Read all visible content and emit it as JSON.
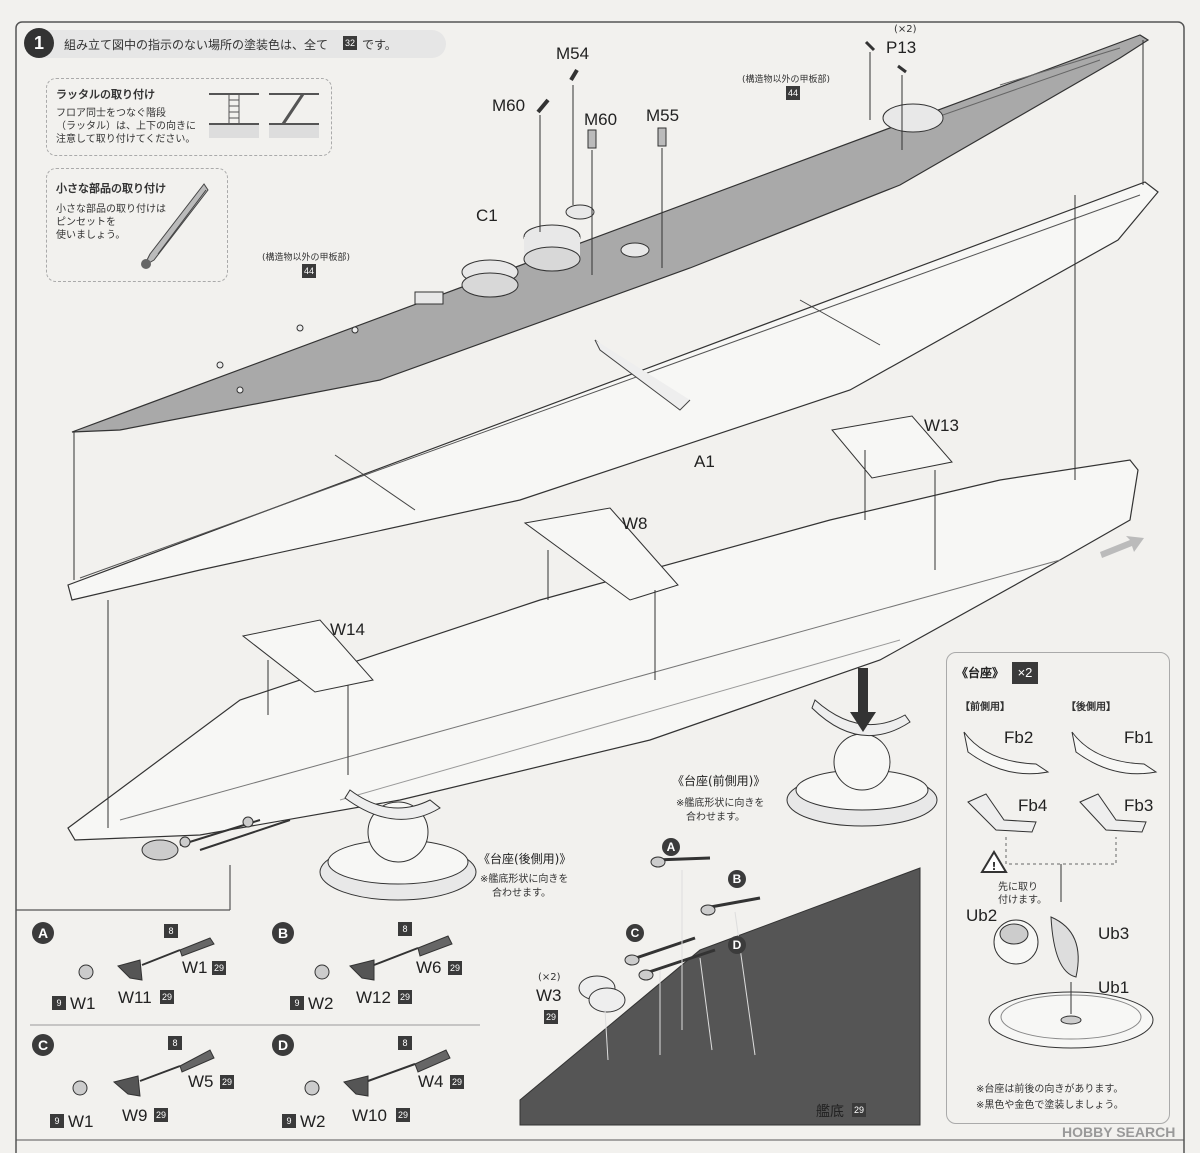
{
  "step": {
    "number": "1",
    "instruction_prefix": "組み立て図中の指示のない場所の塗装色は、全て",
    "instruction_color": "32",
    "instruction_suffix": "です。"
  },
  "tips": {
    "ladder": {
      "title": "ラッタルの取り付け",
      "line1": "フロア同士をつなぐ階段",
      "line2": "（ラッタル）は、上下の向きに",
      "line3": "注意して取り付けてください。"
    },
    "small_parts": {
      "title": "小さな部品の取り付け",
      "line1": "小さな部品の取り付けは",
      "line2": "ピンセットを",
      "line3": "使いましょう。"
    }
  },
  "deck_note": {
    "text": "(構造物以外の甲板部)",
    "color": "44"
  },
  "parts": {
    "M54": "M54",
    "M60a": "M60",
    "M60b": "M60",
    "M55": "M55",
    "P13": "P13",
    "P13_qty": "(×2)",
    "C1": "C1",
    "A1": "A1",
    "W13": "W13",
    "W8": "W8",
    "W14": "W14"
  },
  "stand_front_label": {
    "title": "《台座(前側用)》",
    "note1": "※艦底形状に向きを",
    "note2": "合わせます。"
  },
  "stand_rear_label": {
    "title": "《台座(後側用)》",
    "note1": "※艦底形状に向きを",
    "note2": "合わせます。"
  },
  "propeller_groups": [
    {
      "letter": "A",
      "num": "8",
      "paint_num": "9",
      "hub": "W1",
      "shaft": "W11",
      "shaft_color": "29",
      "tip": "W1",
      "tip_color": "29"
    },
    {
      "letter": "B",
      "num": "8",
      "paint_num": "9",
      "hub": "W2",
      "shaft": "W12",
      "shaft_color": "29",
      "tip": "W6",
      "tip_color": "29"
    },
    {
      "letter": "C",
      "num": "8",
      "paint_num": "9",
      "hub": "W1",
      "shaft": "W9",
      "shaft_color": "29",
      "tip": "W5",
      "tip_color": "29"
    },
    {
      "letter": "D",
      "num": "8",
      "paint_num": "9",
      "hub": "W2",
      "shaft": "W10",
      "shaft_color": "29",
      "tip": "W4",
      "tip_color": "29"
    }
  ],
  "bottom_view": {
    "letters": [
      "A",
      "B",
      "C",
      "D"
    ],
    "w3_qty": "(×2)",
    "w3": "W3",
    "w3_color": "29",
    "hull_bottom": "艦底",
    "hull_bottom_color": "29"
  },
  "stand_box": {
    "title": "《台座》",
    "qty": "×2",
    "front": "【前側用】",
    "rear": "【後側用】",
    "fb2": "Fb2",
    "fb1": "Fb1",
    "fb4": "Fb4",
    "fb3": "Fb3",
    "warn1": "先に取り",
    "warn2": "付けます。",
    "ub2": "Ub2",
    "ub3": "Ub3",
    "ub1": "Ub1",
    "note1": "※台座は前後の向きがあります。",
    "note2": "※黒色や金色で塗装しましょう。"
  },
  "watermark": "HOBBY SEARCH",
  "colors": {
    "deck": "#a9a9a9",
    "hull_bottom": "#555555",
    "line": "#333333",
    "paper": "#f2f1ee"
  }
}
